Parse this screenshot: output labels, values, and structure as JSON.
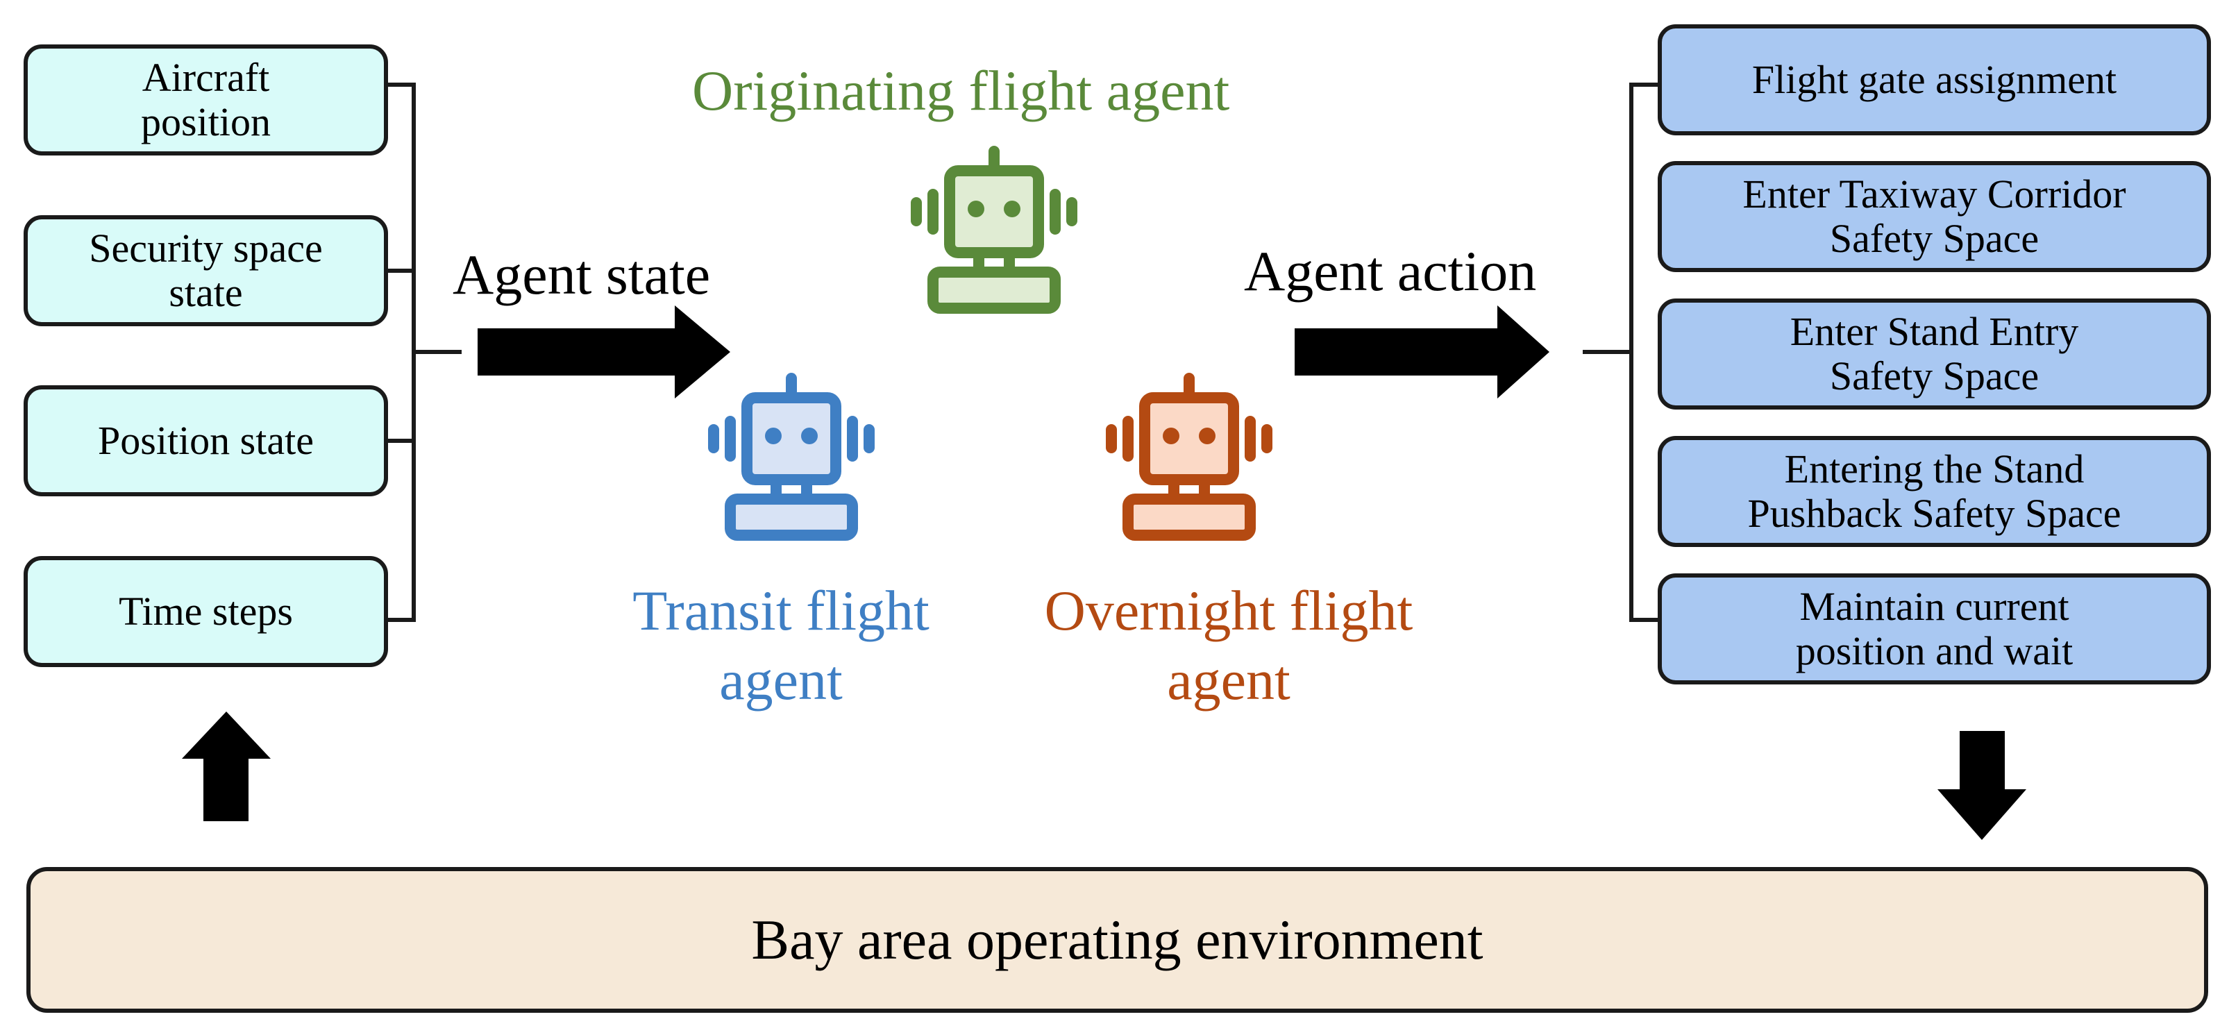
{
  "state_items": [
    "Aircraft\nposition",
    "Security space\nstate",
    "Position state",
    "Time steps"
  ],
  "agent_state_label": "Agent state",
  "agent_action_label": "Agent action",
  "agents": {
    "originating": {
      "label": "Originating flight agent",
      "color": "#5a8a3a",
      "fill": "#e0ecd3"
    },
    "transit": {
      "label": "Transit flight\nagent",
      "color": "#3f7fc4",
      "fill": "#d8e3f5"
    },
    "overnight": {
      "label": "Overnight flight\nagent",
      "color": "#b44a12",
      "fill": "#fbd9c6"
    }
  },
  "action_items": [
    "Flight gate assignment",
    "Enter Taxiway Corridor\nSafety Space",
    "Enter Stand Entry\nSafety Space",
    "Entering the Stand\nPushback Safety Space",
    "Maintain current\nposition and wait"
  ],
  "environment_label": "Bay area operating environment"
}
